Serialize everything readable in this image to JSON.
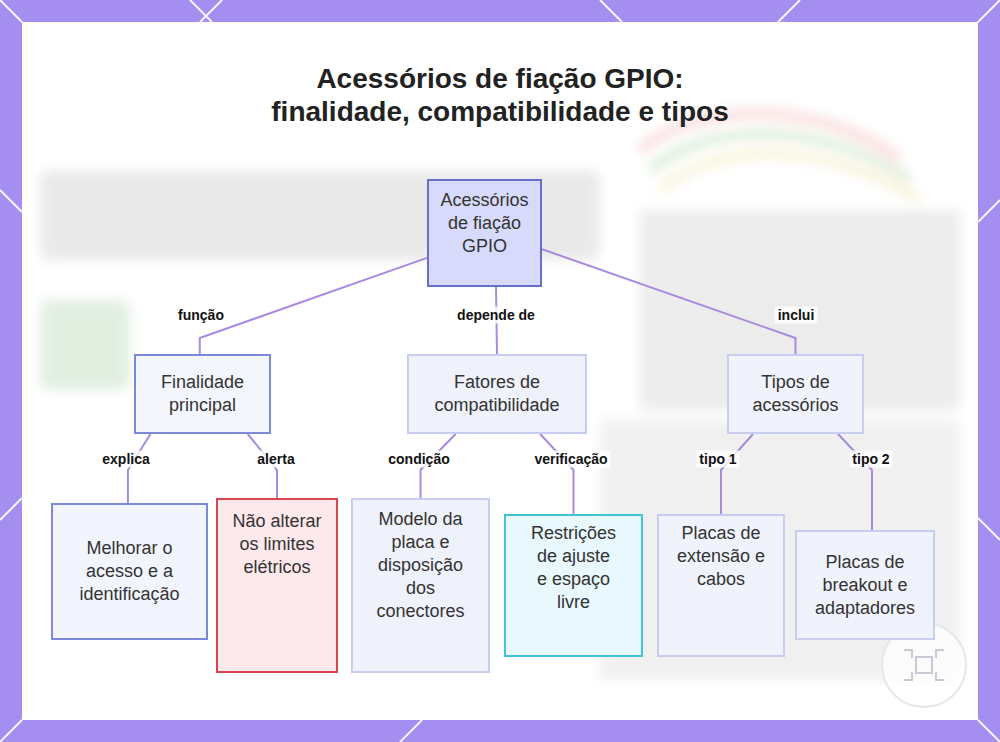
{
  "diagram": {
    "title": "Acessórios de fiação GPIO: finalidade, compatibilidade e tipos",
    "nodes": [
      {
        "text": [
          "Acessórios de fiação GPIO"
        ]
      },
      {
        "text": [
          "Finalidade principal"
        ]
      },
      {
        "text": [
          "Fatores de compatibilidade"
        ]
      },
      {
        "text": [
          "Tipos de acessórios"
        ]
      },
      {
        "text": [
          "Melhorar o acesso e a identificação"
        ]
      },
      {
        "text": [
          "Não alterar os limites elétricos"
        ]
      },
      {
        "text": [
          "Modelo da placa e disposição dos conectores"
        ]
      },
      {
        "text": [
          "Restrições de ajuste e espaço livre"
        ]
      },
      {
        "text": [
          "Placas de extensão e cabos"
        ]
      },
      {
        "text": [
          "Placas de breakout e adaptadores"
        ]
      }
    ],
    "edges": [
      {
        "from": 0,
        "to": 1,
        "label": "função",
        "arrow": "none"
      },
      {
        "from": 0,
        "to": 2,
        "label": "depende de",
        "arrow": "none"
      },
      {
        "from": 0,
        "to": 3,
        "label": "inclui",
        "arrow": "none"
      },
      {
        "from": 1,
        "to": 4,
        "label": "explica",
        "arrow": "none"
      },
      {
        "from": 1,
        "to": 5,
        "label": "alerta",
        "arrow": "none"
      },
      {
        "from": 2,
        "to": 6,
        "label": "condição",
        "arrow": "none"
      },
      {
        "from": 2,
        "to": 7,
        "label": "verificação",
        "arrow": "none"
      },
      {
        "from": 3,
        "to": 8,
        "label": "tipo 1",
        "arrow": "none"
      },
      {
        "from": 3,
        "to": 9,
        "label": "tipo 2",
        "arrow": "none"
      }
    ]
  }
}
